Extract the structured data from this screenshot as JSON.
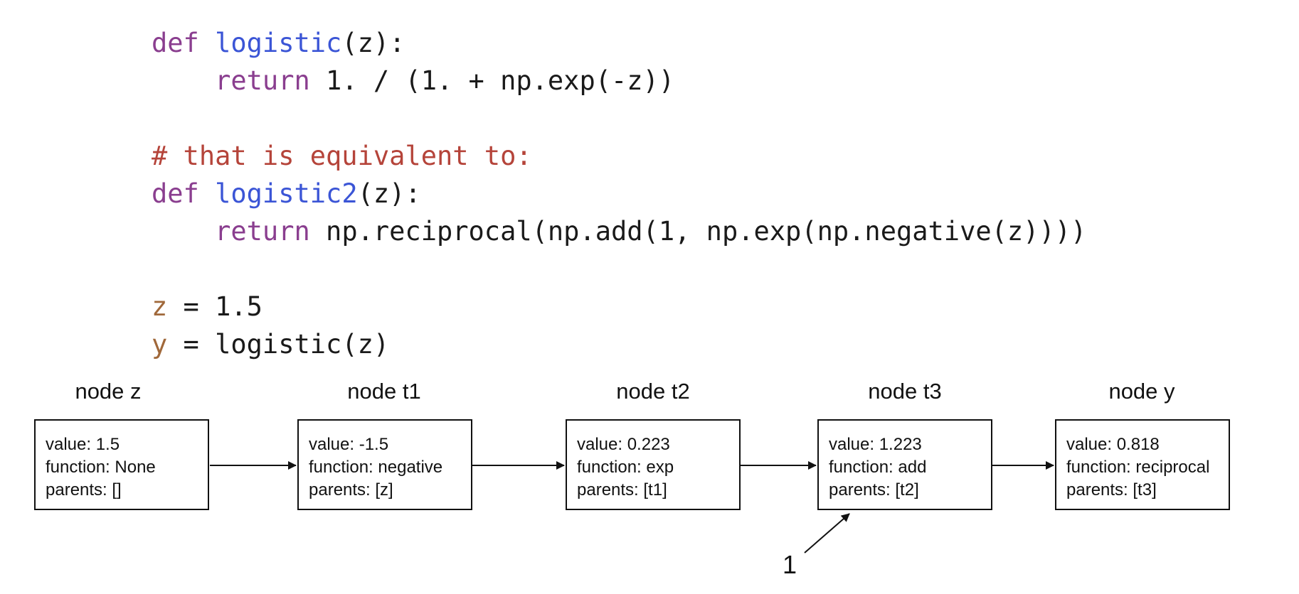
{
  "code": {
    "lines": [
      [
        {
          "t": "def ",
          "c": "kw"
        },
        {
          "t": "logistic",
          "c": "fn"
        },
        {
          "t": "(z):",
          "c": "plain"
        }
      ],
      [
        {
          "t": "    return ",
          "c": "kw"
        },
        {
          "t": "1. / (1. + np.exp(-z))",
          "c": "plain"
        }
      ],
      [],
      [
        {
          "t": "# that is equivalent to:",
          "c": "cm"
        }
      ],
      [
        {
          "t": "def ",
          "c": "kw"
        },
        {
          "t": "logistic2",
          "c": "fn"
        },
        {
          "t": "(z):",
          "c": "plain"
        }
      ],
      [
        {
          "t": "    return ",
          "c": "kw"
        },
        {
          "t": "np.reciprocal(np.add(1, np.exp(np.negative(z))))",
          "c": "plain"
        }
      ],
      [],
      [
        {
          "t": "z",
          "c": "var"
        },
        {
          "t": " = 1.5",
          "c": "plain"
        }
      ],
      [
        {
          "t": "y",
          "c": "var"
        },
        {
          "t": " = logistic(z)",
          "c": "plain"
        }
      ]
    ],
    "colors": {
      "keyword": "#8a3e8f",
      "function": "#3b55d6",
      "comment": "#b5443a",
      "variable": "#a0683a"
    }
  },
  "nodes": [
    {
      "title": "node z",
      "value": "value: 1.5",
      "function": "function: None",
      "parents": "parents: []"
    },
    {
      "title": "node t1",
      "value": "value: -1.5",
      "function": "function: negative",
      "parents": "parents: [z]"
    },
    {
      "title": "node t2",
      "value": "value: 0.223",
      "function": "function: exp",
      "parents": "parents: [t1]"
    },
    {
      "title": "node t3",
      "value": "value: 1.223",
      "function": "function: add",
      "parents": "parents: [t2]"
    },
    {
      "title": "node y",
      "value": "value: 0.818",
      "function": "function: reciprocal",
      "parents": "parents: [t3]"
    }
  ],
  "annotation": {
    "label": "1",
    "points_to": "node t3"
  }
}
